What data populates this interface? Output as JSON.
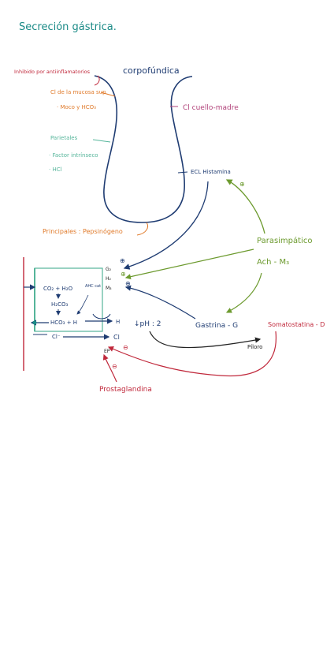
{
  "title": "Secreción gástrica.",
  "region": "corpofúndica",
  "colors": {
    "teal": "#1a8a86",
    "navy": "#1f3c72",
    "orange": "#e07a2a",
    "magenta": "#b2447b",
    "green": "#6c9a2e",
    "mint": "#55b59a",
    "red": "#c0283b",
    "grey": "#6a6a6a"
  },
  "notes": {
    "inhibitor": "Inhibido por antiinflamatorios",
    "mucus": "Cl de la mucosa sup",
    "moco": "· Moco y HCO₃",
    "parietal_title": "Parietales",
    "parietal_1": "· Factor intrínseco",
    "parietal_2": "· HCl",
    "principal": "Principales : Pepsinógeno",
    "ecl": "ECL Histamina",
    "stem": "Cl cuello-madre",
    "parasym": "Parasimpático",
    "ach": "Ach - M₃",
    "gastrina": "Gastrina - G",
    "somato": "Somatostatina - D",
    "piloro": "Píloro",
    "ph": "↓pH : 2",
    "prosta": "Prostaglandina"
  },
  "cell": {
    "eq1": "CO₂ + H₂O",
    "eq2": "H₂CO₃",
    "eq3": "HCO₃ + H",
    "enzyme": "AHC cat",
    "h_out": "H",
    "cl_in": "Cl⁻",
    "cl_out": "Cl",
    "receptors": [
      "G₂",
      "H₂",
      "M₃"
    ],
    "receptor_ep": "EP"
  },
  "signs": {
    "plus": "⊕",
    "minus": "⊖"
  }
}
